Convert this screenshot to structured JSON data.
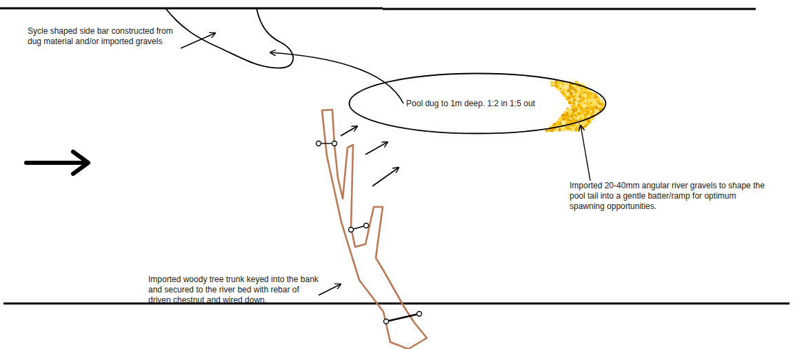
{
  "diagram": {
    "nodes": [
      {
        "text": [
          "Pool dug to 1m deep. 1:2 in 1:5 out"
        ]
      }
    ],
    "labels": [
      "Sycle shaped side bar constructed from dug material and/or imported gravels",
      "Imported woody tree trunk keyed into the bank and secured to the river bed with rebar of driven chestnut and wired down.",
      "Imported 20-40mm angular river gravels to shape the pool tail into a gentle batter/ramp for optimum spawning opportunities."
    ]
  }
}
